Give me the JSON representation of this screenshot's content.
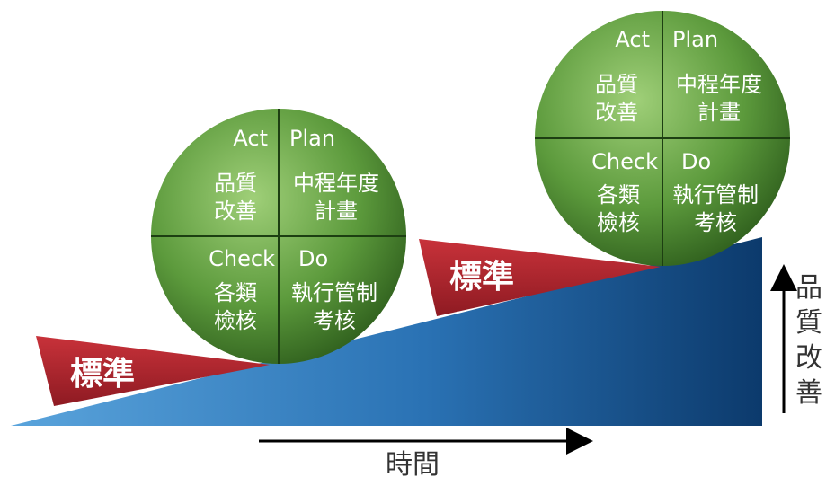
{
  "wedge_label": "標準",
  "pdca": {
    "act": "Act",
    "plan": "Plan",
    "check": "Check",
    "do": "Do",
    "act_text": [
      "品質",
      "改善"
    ],
    "plan_text": [
      "中程年度",
      "計畫"
    ],
    "check_text": [
      "各類",
      "檢核"
    ],
    "do_text": [
      "執行管制",
      "考核"
    ]
  },
  "x_axis_label": "時間",
  "y_axis_label": [
    "品",
    "質",
    "改",
    "善"
  ],
  "colors": {
    "slope_light": "#3a86c6",
    "slope_dark": "#0d3f74",
    "wedge": "#b0252e",
    "circle_light": "#8cc06a",
    "circle_dark": "#2c5e1a"
  }
}
